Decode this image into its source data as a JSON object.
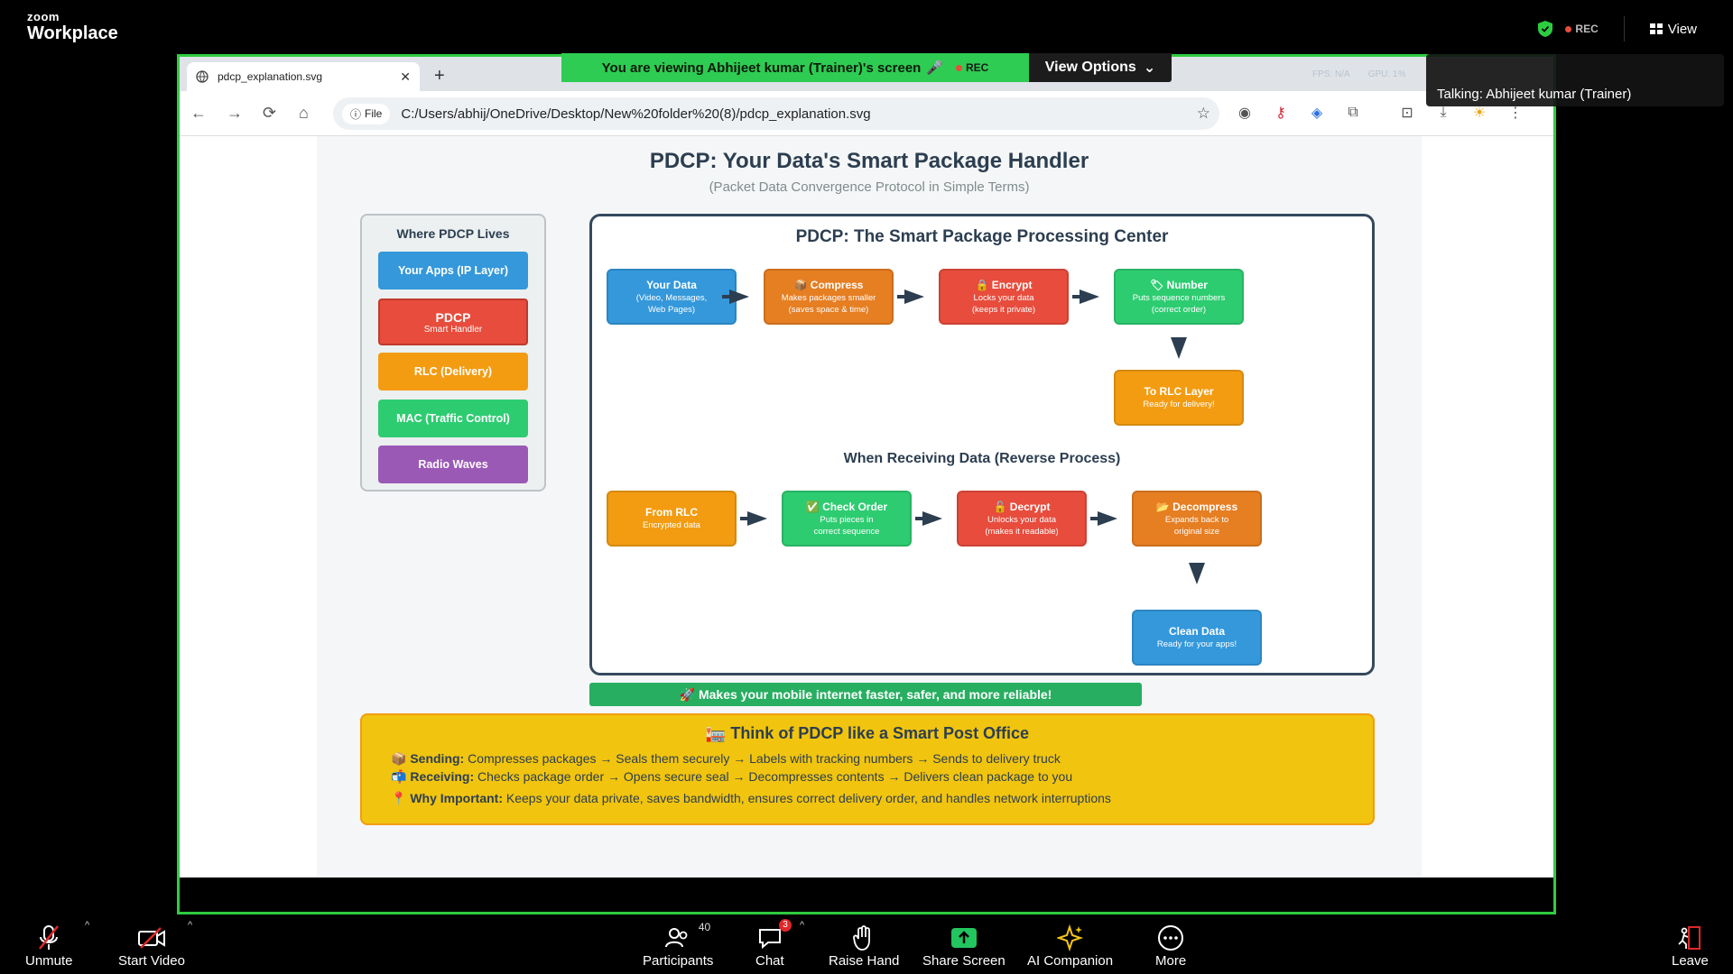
{
  "zoom": {
    "brand_small": "zoom",
    "brand_large": "Workplace",
    "rec_label": "REC",
    "view_label": "View",
    "viewing_banner": "You are viewing  Abhijeet kumar (Trainer)'s screen",
    "banner_rec": "REC",
    "view_options": "View Options",
    "talking": "Talking: Abhijeet kumar (Trainer)",
    "controls": {
      "unmute": "Unmute",
      "start_video": "Start Video",
      "participants": "Participants",
      "participants_count": "40",
      "chat": "Chat",
      "chat_badge": "3",
      "raise_hand": "Raise Hand",
      "share_screen": "Share Screen",
      "ai_companion": "AI Companion",
      "more": "More",
      "leave": "Leave"
    }
  },
  "browser": {
    "tab_title": "pdcp_explanation.svg",
    "new_tab": "+",
    "perf_fps": "FPS: N/A",
    "perf_gpu": "GPU: 1%",
    "file_chip": "File",
    "url": "C:/Users/abhij/OneDrive/Desktop/New%20folder%20(8)/pdcp_explanation.svg"
  },
  "diagram": {
    "title": "PDCP: Your Data's Smart Package Handler",
    "subtitle": "(Packet Data Convergence Protocol in Simple Terms)",
    "stack": {
      "title": "Where PDCP Lives",
      "layers": [
        {
          "label": "Your Apps (IP Layer)",
          "sub": "",
          "color": "#3498db"
        },
        {
          "label": "PDCP",
          "sub": "Smart Handler",
          "color": "#e74c3c"
        },
        {
          "label": "RLC (Delivery)",
          "sub": "",
          "color": "#f39c12"
        },
        {
          "label": "MAC (Traffic Control)",
          "sub": "",
          "color": "#2ecc71"
        },
        {
          "label": "Radio Waves",
          "sub": "",
          "color": "#9b59b6"
        }
      ]
    },
    "center_title": "PDCP: The Smart Package Processing Center",
    "send": [
      {
        "title": "Your Data",
        "desc1": "(Video, Messages,",
        "desc2": "Web Pages)",
        "color": "#3498db"
      },
      {
        "title": "📦 Compress",
        "desc1": "Makes packages smaller",
        "desc2": "(saves space & time)",
        "color": "#e67e22"
      },
      {
        "title": "🔒 Encrypt",
        "desc1": "Locks your data",
        "desc2": "(keeps it private)",
        "color": "#e74c3c"
      },
      {
        "title": "🏷 Number",
        "desc1": "Puts sequence numbers",
        "desc2": "(correct order)",
        "color": "#2ecc71"
      }
    ],
    "to_rlc": {
      "title": "To RLC Layer",
      "desc": "Ready for delivery!",
      "color": "#f39c12"
    },
    "receive_title": "When Receiving Data (Reverse Process)",
    "receive": [
      {
        "title": "From RLC",
        "desc1": "Encrypted data",
        "desc2": "",
        "color": "#f39c12"
      },
      {
        "title": "✅ Check Order",
        "desc1": "Puts pieces in",
        "desc2": "correct sequence",
        "color": "#2ecc71"
      },
      {
        "title": "🔓 Decrypt",
        "desc1": "Unlocks your data",
        "desc2": "(makes it readable)",
        "color": "#e74c3c"
      },
      {
        "title": "📂 Decompress",
        "desc1": "Expands back to",
        "desc2": "original size",
        "color": "#e67e22"
      }
    ],
    "clean": {
      "title": "Clean Data",
      "desc": "Ready for your apps!",
      "color": "#3498db"
    },
    "green_banner": "🚀 Makes your mobile internet faster, safer, and more reliable!",
    "post": {
      "title": "🏣 Think of PDCP like a Smart Post Office",
      "lines": [
        {
          "icon": "📦",
          "label": "Sending:",
          "text": "Compresses packages → Seals them securely → Labels with tracking numbers → Sends to delivery truck"
        },
        {
          "icon": "📬",
          "label": "Receiving:",
          "text": "Checks package order → Opens secure seal → Decompresses contents → Delivers clean package to you"
        },
        {
          "icon": "📍",
          "label": "Why Important:",
          "text": "Keeps your data private, saves bandwidth, ensures correct delivery order, and handles network interruptions"
        }
      ]
    }
  }
}
